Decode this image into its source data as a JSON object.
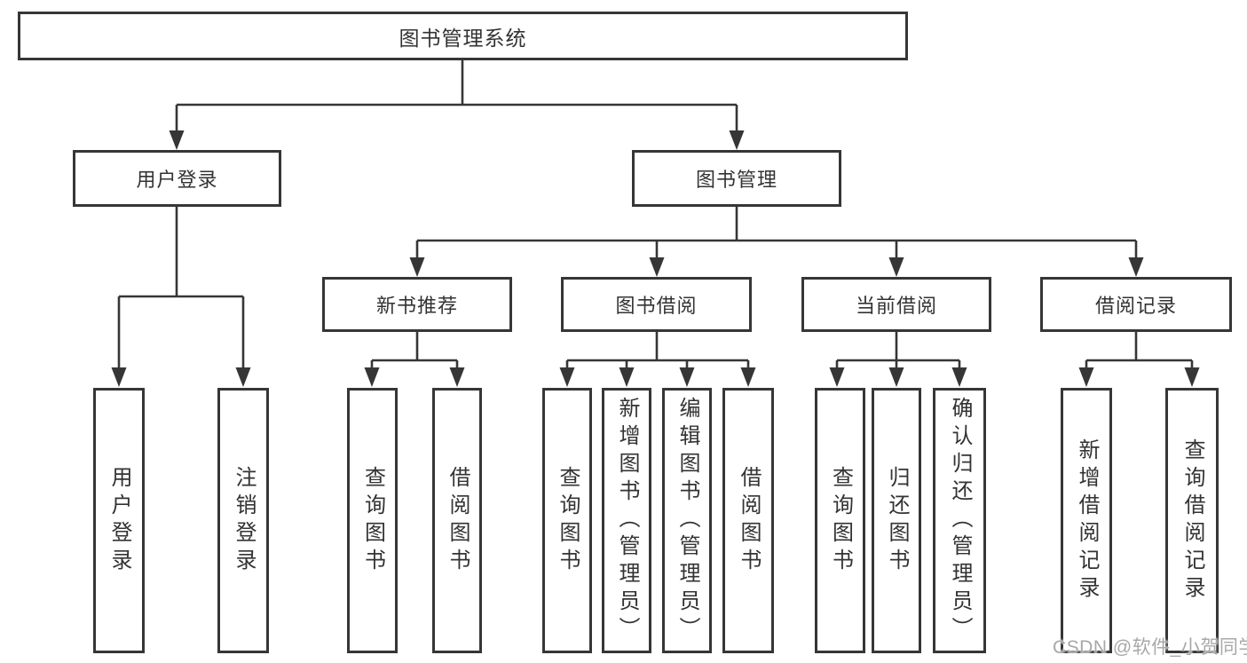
{
  "tree": {
    "label": "图书管理系统",
    "children": [
      {
        "label": "用户登录",
        "children": [
          {
            "label": "用户登录"
          },
          {
            "label": "注销登录"
          }
        ]
      },
      {
        "label": "图书管理",
        "children": [
          {
            "label": "新书推荐",
            "children": [
              {
                "label": "查询图书"
              },
              {
                "label": "借阅图书"
              }
            ]
          },
          {
            "label": "图书借阅",
            "children": [
              {
                "label": "查询图书"
              },
              {
                "label": "新增图书（管理员）"
              },
              {
                "label": "编辑图书（管理员）"
              },
              {
                "label": "借阅图书"
              }
            ]
          },
          {
            "label": "当前借阅",
            "children": [
              {
                "label": "查询图书"
              },
              {
                "label": "归还图书"
              },
              {
                "label": "确认归还（管理员）"
              }
            ]
          },
          {
            "label": "借阅记录",
            "children": [
              {
                "label": "新增借阅记录"
              },
              {
                "label": "查询借阅记录"
              }
            ]
          }
        ]
      }
    ]
  },
  "watermark": {
    "text": "CSDN @软件_小贺同学"
  },
  "colors": {
    "line": "#363636",
    "text": "#333333",
    "node_fill": "#ffffff",
    "background": "#ffffff",
    "watermark": "#a8a8a8"
  }
}
